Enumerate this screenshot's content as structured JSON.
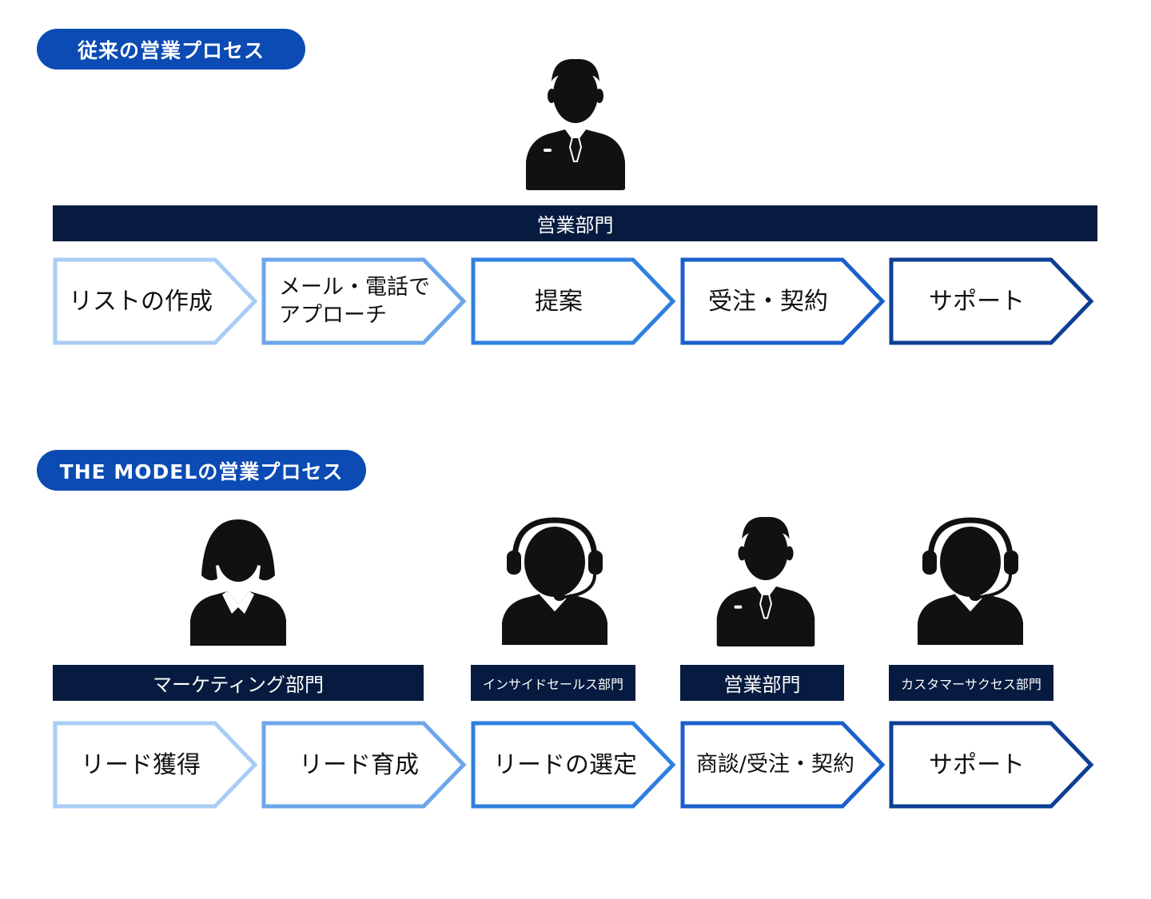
{
  "traditional": {
    "title": "従来の営業プロセス",
    "dept": "営業部門",
    "steps": [
      {
        "label": "リストの作成"
      },
      {
        "label": "メール・電話で\nアプローチ"
      },
      {
        "label": "提案"
      },
      {
        "label": "受注・契約"
      },
      {
        "label": "サポート"
      }
    ]
  },
  "model": {
    "title": "THE MODELの営業プロセス",
    "depts": [
      {
        "label": "マーケティング部門"
      },
      {
        "label": "インサイドセールス部門"
      },
      {
        "label": "営業部門"
      },
      {
        "label": "カスタマーサクセス部門"
      }
    ],
    "steps": [
      {
        "label": "リード獲得"
      },
      {
        "label": "リード育成"
      },
      {
        "label": "リードの選定"
      },
      {
        "label": "商談/受注・契約"
      },
      {
        "label": "サポート"
      }
    ]
  },
  "colors": {
    "pill": "#0b4bb3",
    "dept_bar": "#061b3f",
    "chevron_strokes": [
      "#a9cdf6",
      "#6da6ea",
      "#2f7fe0",
      "#1a5fcc",
      "#0d3f94"
    ]
  },
  "icons": [
    "businessman-icon",
    "businesswoman-icon",
    "headset-operator-icon",
    "businessman-icon",
    "headset-operator-icon"
  ]
}
